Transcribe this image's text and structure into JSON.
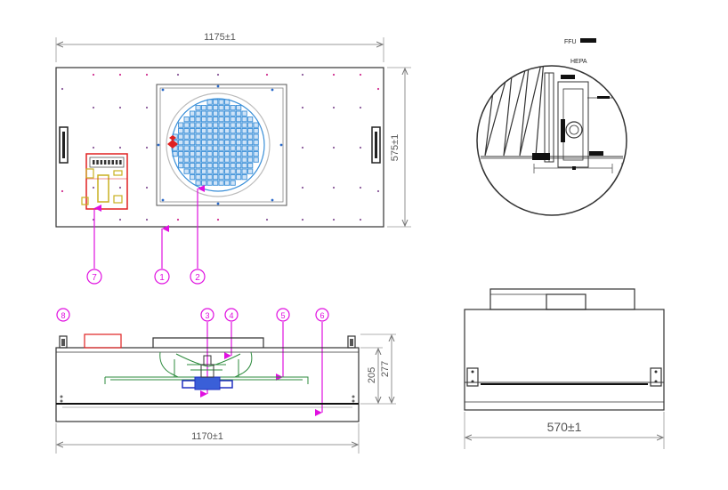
{
  "dimensions": {
    "top_width": "1175±1",
    "top_height": "575±1",
    "front_width": "1170±1",
    "front_inner_height": "205",
    "front_total_height": "277",
    "side_width": "570±1"
  },
  "callouts": {
    "c1": "1",
    "c2": "2",
    "c3": "3",
    "c4": "4",
    "c5": "5",
    "c6": "6",
    "c7": "7",
    "c8": "8"
  },
  "detail": {
    "label_ffu": "FFU",
    "label_hepa": "HEPA"
  },
  "colors": {
    "outline": "#333333",
    "dimension": "#777777",
    "callout": "#e010e0",
    "fan_grid": "#3a8fd8",
    "motor": "#2030c0",
    "frame_green": "#2e8b3e",
    "control_box": "#e02020",
    "control_body": "#c8b020"
  }
}
